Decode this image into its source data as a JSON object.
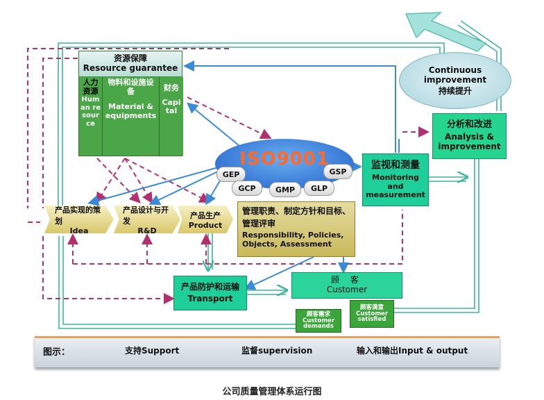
{
  "resource": {
    "title_zh": "资源保障",
    "title_en": "Resource guarantee",
    "hr_zh": "人力资源",
    "hr_en": "Human resource",
    "material_zh": "物料和设施设备",
    "material_en": "Material & equipments",
    "finance_zh": "财务",
    "finance_en": "Capital"
  },
  "iso": {
    "title": "ISO9001",
    "pills": [
      "GEP",
      "GSP",
      "GCP",
      "GMP",
      "GLP"
    ]
  },
  "process": {
    "idea_zh": "产品实现的策划",
    "idea_en": "Idea",
    "rd_zh": "产品设计与开发",
    "rd_en": "R&D",
    "product_zh": "产品生产",
    "product_en": "Product"
  },
  "management": {
    "zh": "管理职责、制定方针和目标、管理评审",
    "en": "Responsibility, Policies, Objects, Assessment"
  },
  "monitoring": {
    "zh": "监视和测量",
    "en": "Monitoring and measurement"
  },
  "analysis": {
    "zh": "分析和改进",
    "en": "Analysis & improvement"
  },
  "continuous": {
    "en": "Continuous improvement",
    "zh": "持续提升"
  },
  "transport": {
    "zh": "产品防护和运输",
    "en": "Transport"
  },
  "customer": {
    "zh": "顾 客",
    "en": "Customer",
    "demands_zh": "顾客需求",
    "demands_en": "Customer demands",
    "satisfied_zh": "顾客满意",
    "satisfied_en": "Customer satisfied"
  },
  "legend": {
    "title": "图示：",
    "support": "支持Support",
    "supervision": "监督supervision",
    "io": "输入和输出Input & output"
  },
  "caption": "公司质量管理体系运行图",
  "colors": {
    "support": "#b3306f",
    "supervision": "#3b8ad6",
    "io": "#39b59a"
  }
}
